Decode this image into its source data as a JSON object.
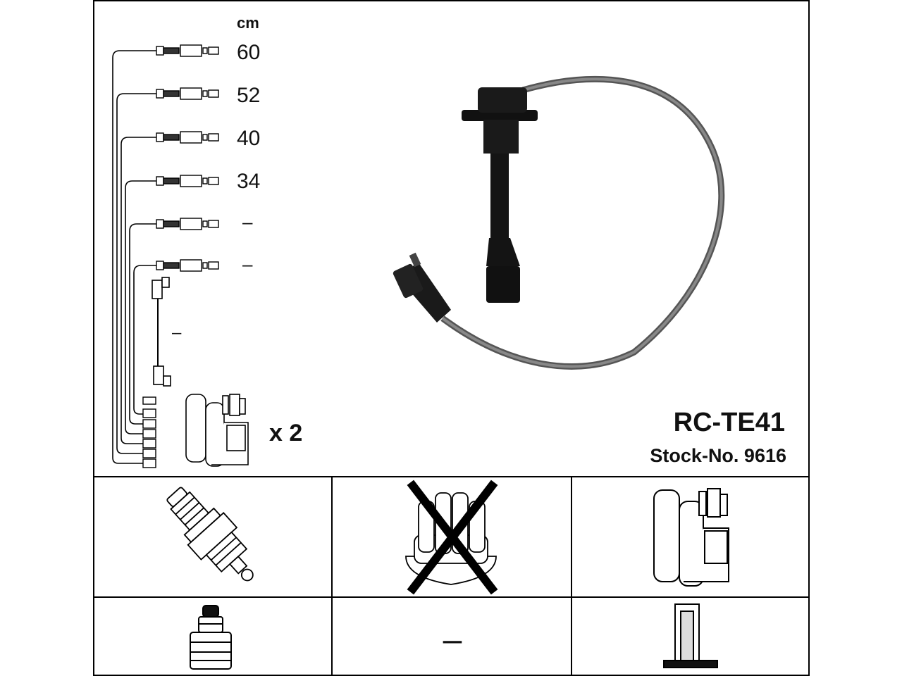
{
  "unit_label": "cm",
  "lengths": [
    "60",
    "52",
    "40",
    "34",
    "–",
    "–"
  ],
  "coil_lead_length": "–",
  "multiplier": "x 2",
  "part_number": "RC-TE41",
  "stock_number": "Stock-No. 9616",
  "cell_5_label": "–"
}
